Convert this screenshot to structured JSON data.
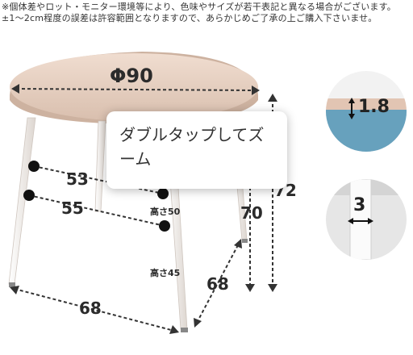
{
  "notes": {
    "line1": "※個体差やロット・モニター環境等により、色味やサイズが若干表記と異なる場合がございます。",
    "line2": "±1～2cm程度の誤差は許容範囲となりますので、あらかじめご了承の上ご購入下さいませ。"
  },
  "dimensions": {
    "diameter": "Φ90",
    "width_upper": "53",
    "width_lower": "55",
    "height_label_50": "高さ50",
    "height_label_45": "高さ45",
    "height_70": "70",
    "height_72_partial": "72",
    "depth_68_bottom": "68",
    "depth_68_right": "68"
  },
  "details": {
    "top_thickness": "1.8",
    "leg_diameter": "3"
  },
  "overlay": {
    "toast_text": "ダブルタップしてズーム"
  },
  "colors": {
    "tabletop": "#e8d2c4",
    "leg": "#f4efea",
    "dot": "#111111"
  }
}
